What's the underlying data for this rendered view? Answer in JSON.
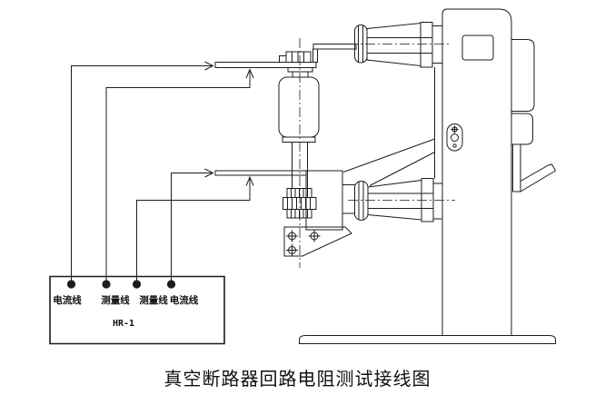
{
  "diagram": {
    "caption": "真空断路器回路电阻测试接线图",
    "tester": {
      "model": "HR-1",
      "terminals": [
        {
          "label": "电流线"
        },
        {
          "label": "测量线"
        },
        {
          "label": "测量线"
        },
        {
          "label": "电流线"
        }
      ]
    },
    "colors": {
      "line": "#1c1c1c",
      "background": "#ffffff"
    }
  }
}
